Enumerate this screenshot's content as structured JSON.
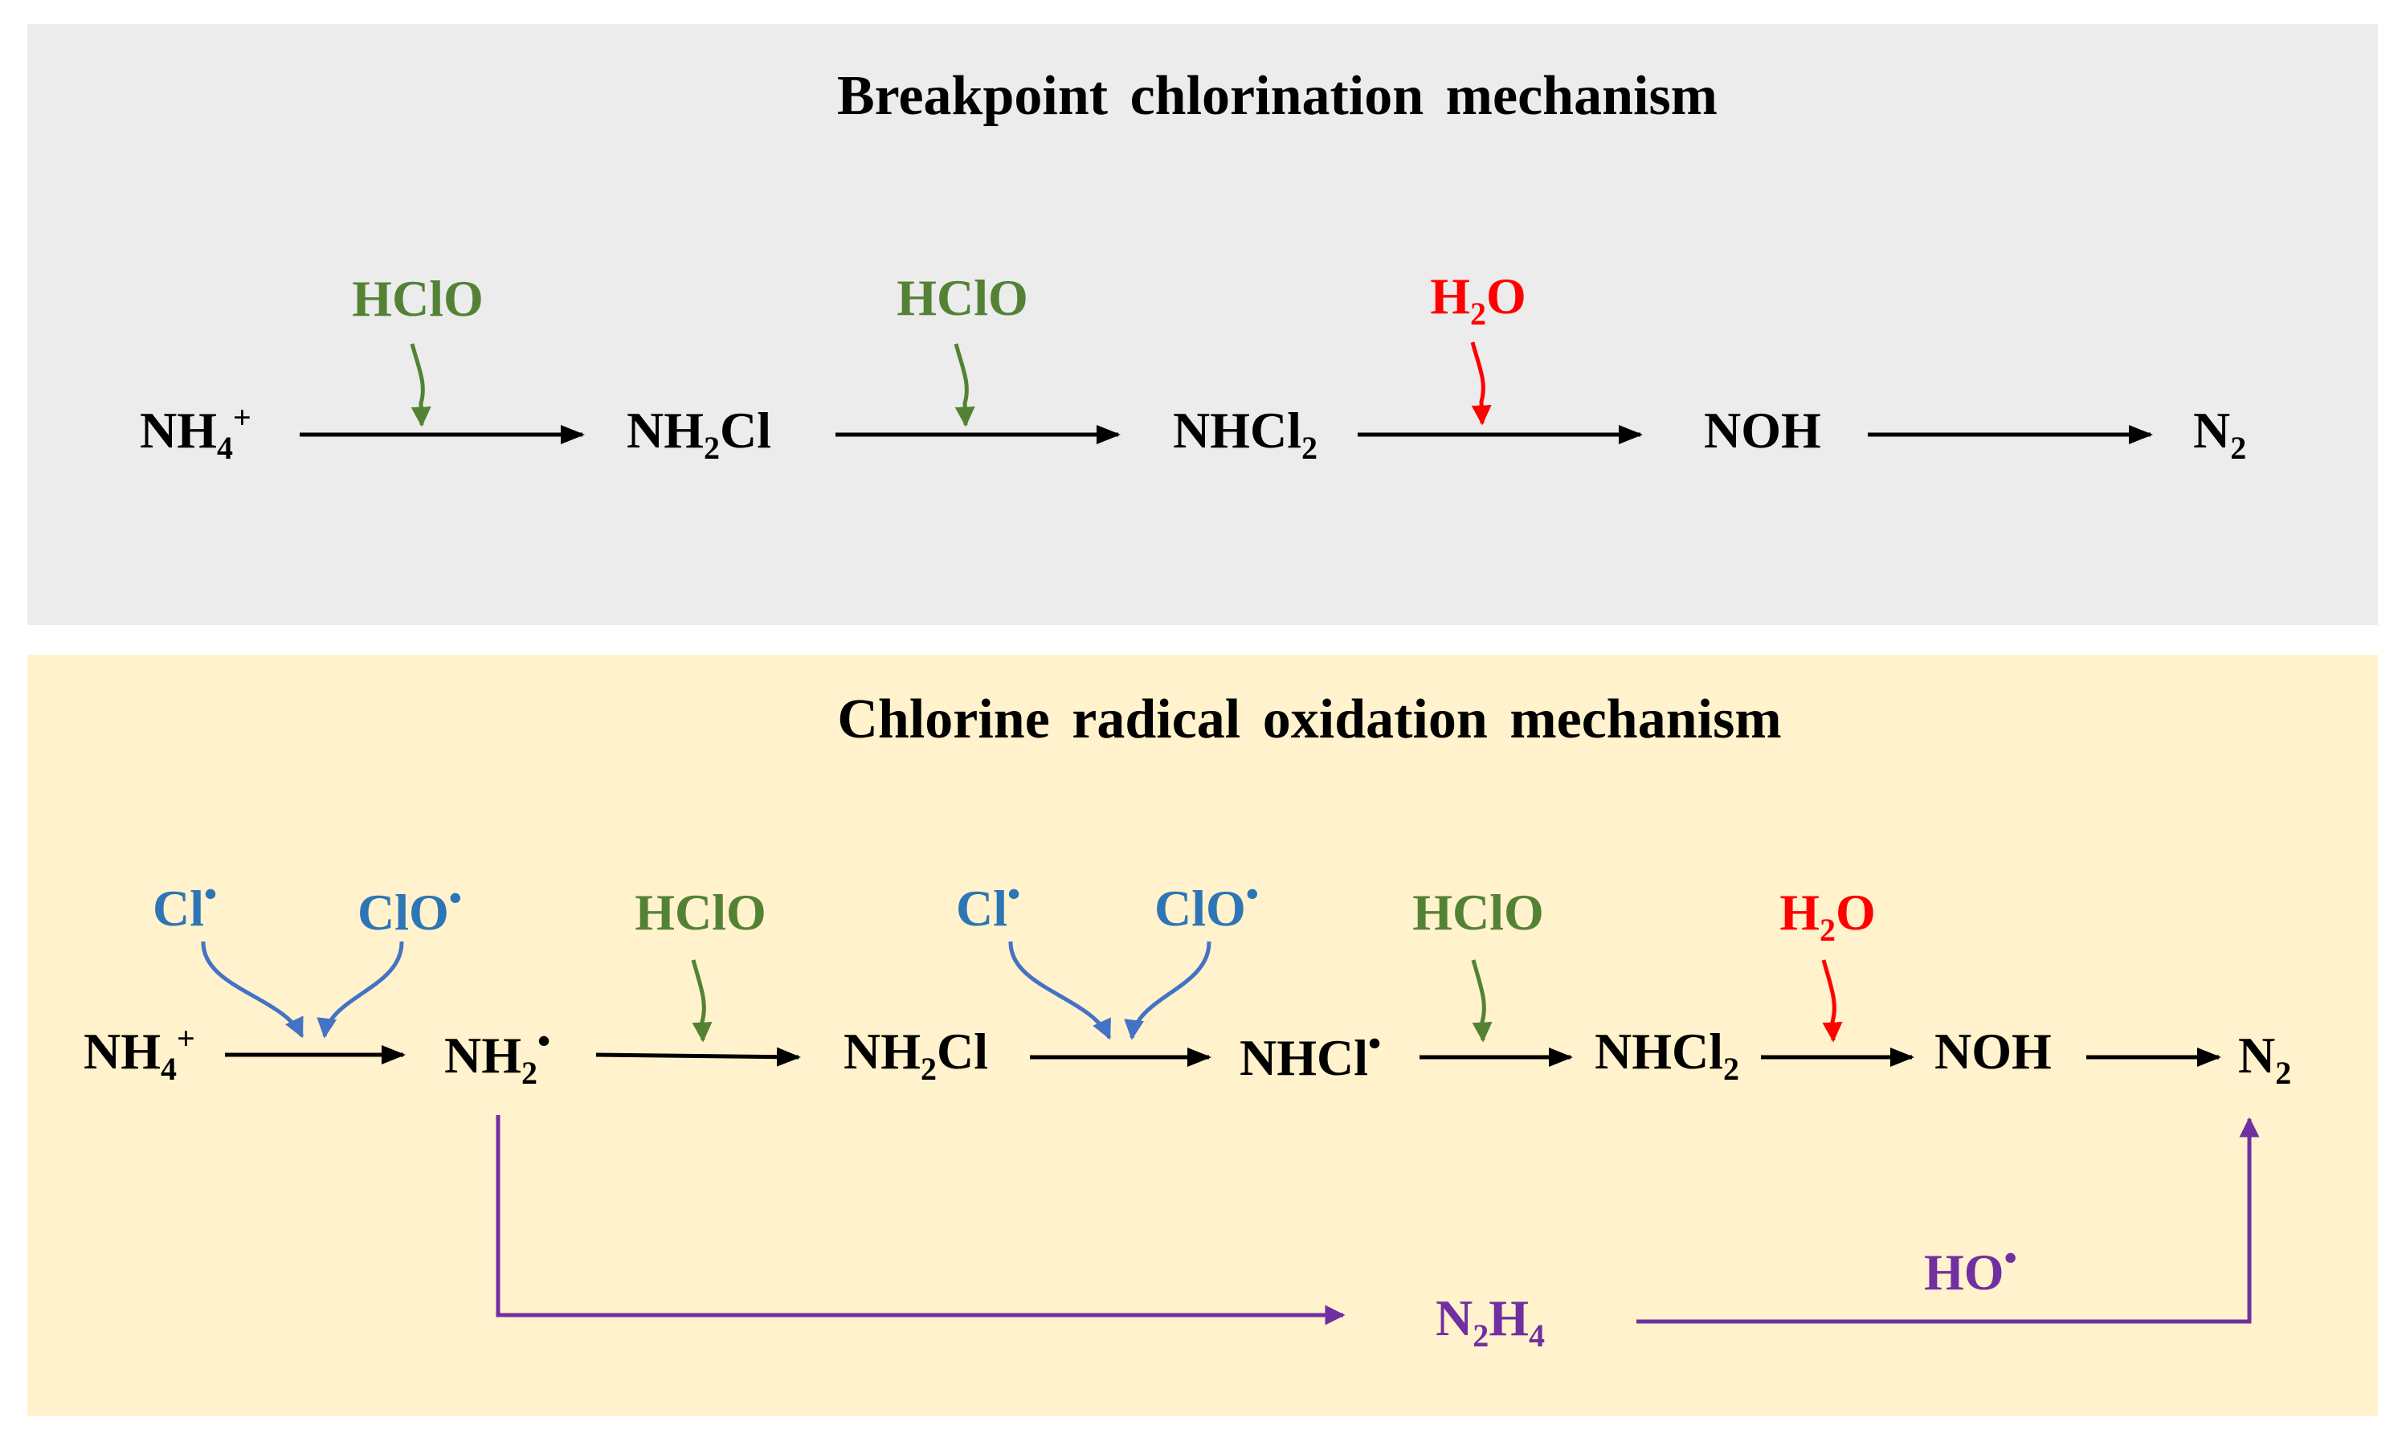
{
  "colors": {
    "panel_top_bg": "#ececec",
    "panel_bottom_bg": "#fff2cc",
    "black": "#000000",
    "green": "#548235",
    "red": "#ff0000",
    "blue": "#2e75b6",
    "blue_arrow": "#4472c4",
    "purple": "#7030a0"
  },
  "breakpoint": {
    "title": "Breakpoint chlorination mechanism",
    "species": [
      {
        "base": "NH",
        "sub": "4",
        "sup": "+"
      },
      {
        "base": "NH",
        "sub": "2",
        "tail": "Cl"
      },
      {
        "base": "NHCl",
        "sub": "2"
      },
      {
        "base": "NOH"
      },
      {
        "base": "N",
        "sub": "2"
      }
    ],
    "reagents": [
      {
        "text": "HClO",
        "color": "green"
      },
      {
        "text": "HClO",
        "color": "green"
      },
      {
        "base": "H",
        "sub": "2",
        "tail": "O",
        "color": "red"
      }
    ]
  },
  "radical": {
    "title": "Chlorine radical oxidation mechanism",
    "species": [
      {
        "base": "NH",
        "sub": "4",
        "sup": "+"
      },
      {
        "base": "NH",
        "sub": "2",
        "sup": "•"
      },
      {
        "base": "NH",
        "sub": "2",
        "tail": "Cl"
      },
      {
        "base": "NHCl",
        "sup": "•"
      },
      {
        "base": "NHCl",
        "sub": "2"
      },
      {
        "base": "NOH"
      },
      {
        "base": "N",
        "sub": "2"
      }
    ],
    "reagents": [
      {
        "base": "Cl",
        "sup": "•",
        "color": "blue"
      },
      {
        "base": "ClO",
        "sup": "•",
        "color": "blue"
      },
      {
        "text": "HClO",
        "color": "green"
      },
      {
        "base": "Cl",
        "sup": "•",
        "color": "blue"
      },
      {
        "base": "ClO",
        "sup": "•",
        "color": "blue"
      },
      {
        "text": "HClO",
        "color": "green"
      },
      {
        "base": "H",
        "sub": "2",
        "tail": "O",
        "color": "red"
      }
    ],
    "side_path": {
      "intermediate": {
        "base": "N",
        "sub": "2",
        "tail": "H",
        "sub2": "4"
      },
      "reagent": {
        "base": "HO",
        "sup": "•"
      }
    }
  }
}
